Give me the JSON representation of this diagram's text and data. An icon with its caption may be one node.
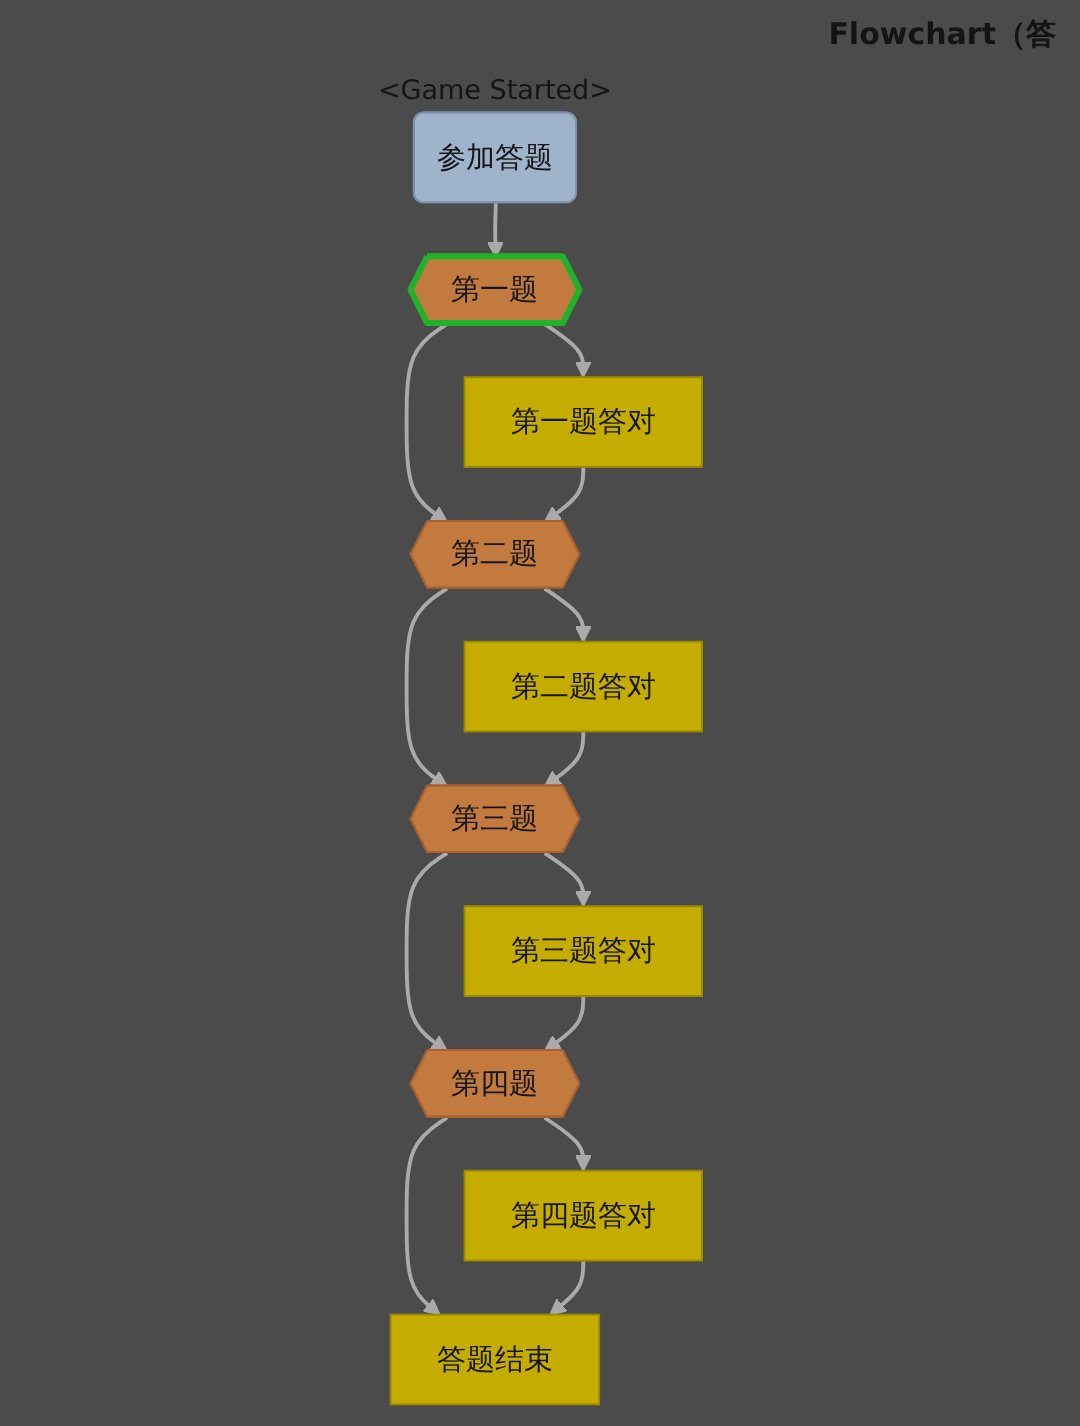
{
  "diagram": {
    "title": "Flowchart（答",
    "nodes": [
      {
        "text": [
          "参加答题"
        ],
        "beside": [
          "<Game Started>"
        ]
      },
      {
        "text": [
          "第一题"
        ]
      },
      {
        "text": [
          "第一题答对"
        ]
      },
      {
        "text": [
          "第二题"
        ]
      },
      {
        "text": [
          "第二题答对"
        ]
      },
      {
        "text": [
          "第三题"
        ]
      },
      {
        "text": [
          "第三题答对"
        ]
      },
      {
        "text": [
          "第四题"
        ]
      },
      {
        "text": [
          "第四题答对"
        ]
      },
      {
        "text": [
          "答题结束"
        ]
      }
    ],
    "edges": [
      {
        "from": 0,
        "to": 1,
        "arrow": "to"
      },
      {
        "from": 1,
        "to": 2,
        "arrow": "to"
      },
      {
        "from": 1,
        "to": 3,
        "arrow": "to"
      },
      {
        "from": 2,
        "to": 3,
        "arrow": "to"
      },
      {
        "from": 3,
        "to": 4,
        "arrow": "to"
      },
      {
        "from": 3,
        "to": 5,
        "arrow": "to"
      },
      {
        "from": 4,
        "to": 5,
        "arrow": "to"
      },
      {
        "from": 5,
        "to": 6,
        "arrow": "to"
      },
      {
        "from": 5,
        "to": 7,
        "arrow": "to"
      },
      {
        "from": 6,
        "to": 7,
        "arrow": "to"
      },
      {
        "from": 7,
        "to": 8,
        "arrow": "to"
      },
      {
        "from": 7,
        "to": 9,
        "arrow": "to"
      },
      {
        "from": 8,
        "to": 9,
        "arrow": "to"
      }
    ]
  }
}
